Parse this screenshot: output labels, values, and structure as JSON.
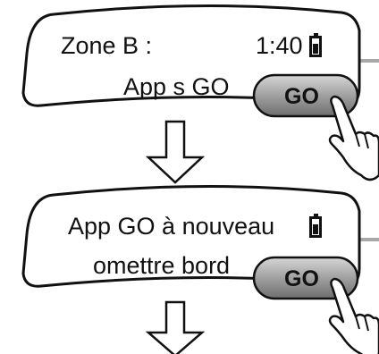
{
  "screens": [
    {
      "line1": "Zone B :",
      "time": "1:40",
      "line2": "App s GO",
      "button_label": "GO"
    },
    {
      "line1": "App GO à nouveau",
      "line2": "omettre bord",
      "button_label": "GO"
    }
  ],
  "icons": {
    "battery": "battery-icon",
    "hand": "pointing-hand-icon",
    "arrow": "down-arrow-icon"
  },
  "colors": {
    "outline": "#111111",
    "button_fill": "#9a9a9a",
    "connector": "#a8a8a8"
  }
}
